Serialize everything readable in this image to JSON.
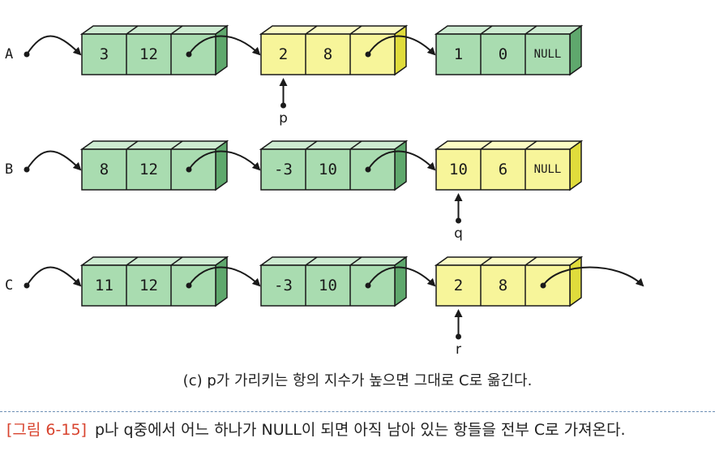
{
  "lists": [
    {
      "label": "A",
      "nodes": [
        {
          "coef": "3",
          "exp": "12",
          "link": "pointer",
          "color": "green"
        },
        {
          "coef": "2",
          "exp": "8",
          "link": "pointer",
          "color": "yellow"
        },
        {
          "coef": "1",
          "exp": "0",
          "link": "NULL",
          "color": "green"
        }
      ],
      "pointer": {
        "name": "p",
        "node": 1
      }
    },
    {
      "label": "B",
      "nodes": [
        {
          "coef": "8",
          "exp": "12",
          "link": "pointer",
          "color": "green"
        },
        {
          "coef": "-3",
          "exp": "10",
          "link": "pointer",
          "color": "green"
        },
        {
          "coef": "10",
          "exp": "6",
          "link": "NULL",
          "color": "yellow"
        }
      ],
      "pointer": {
        "name": "q",
        "node": 2
      }
    },
    {
      "label": "C",
      "nodes": [
        {
          "coef": "11",
          "exp": "12",
          "link": "pointer",
          "color": "green"
        },
        {
          "coef": "-3",
          "exp": "10",
          "link": "pointer",
          "color": "green"
        },
        {
          "coef": "2",
          "exp": "8",
          "link": "open",
          "color": "yellow"
        }
      ],
      "pointer": {
        "name": "r",
        "node": 2
      }
    }
  ],
  "colors": {
    "green_front": "#a9dcb0",
    "green_top": "#cdebd1",
    "green_side": "#5fa86d",
    "yellow_front": "#f7f59a",
    "yellow_top": "#fbfbc4",
    "yellow_side": "#e0dc3c",
    "stroke": "#1a1a1a",
    "figure_label": "#d8432e",
    "rule": "#6d8fb5"
  },
  "caption": "(c) p가 가리키는 항의 지수가 높으면 그대로 C로 옮긴다.",
  "figure": {
    "label": "[그림 6-15]",
    "text": "p나 q중에서 어느 하나가 NULL이 되면 아직 남아 있는 항들을 전부 C로 가져온다."
  }
}
